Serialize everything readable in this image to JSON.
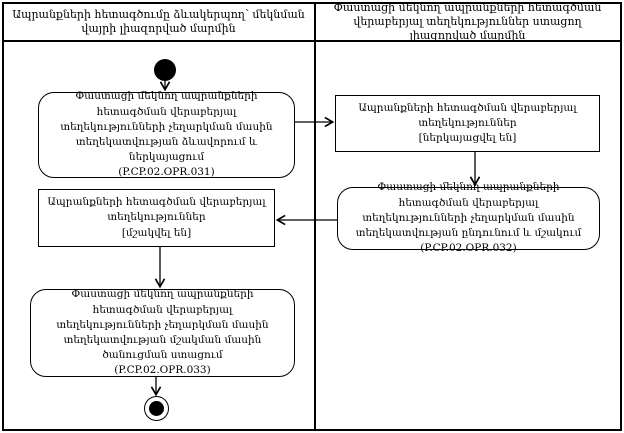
{
  "diagram": {
    "type": "activity-swimlane",
    "colors": {
      "line": "#000000",
      "background": "#ffffff",
      "text": "#000000"
    },
    "lanes": [
      {
        "title": "Ապրանքների հետագծումը ձևակերպող՝ մեկնման վայրի լիազորված մարմին"
      },
      {
        "title": "Փաստացի մեկնող ապրանքների հետագծման վերաբերյալ տեղեկություններ ստացող լիազորված մարմին"
      }
    ],
    "nodes": {
      "opr031": {
        "label": "Փաստացի մեկնող ապրանքների հետագծման վերաբերյալ տեղեկությունների չեղարկման մասին տեղեկատվության ձևավորում և ներկայացում",
        "code": "(P.CP.02.OPR.031)"
      },
      "info_submitted": {
        "label": "Ապրանքների հետագծման վերաբերյալ տեղեկություններ",
        "state": "[ներկայացվել են]"
      },
      "opr032": {
        "label": "Փաստացի մեկնող ապրանքների հետագծման վերաբերյալ տեղեկությունների չեղարկման մասին տեղեկատվության ընդունում և մշակում",
        "code": "(P.CP.02.OPR.032)"
      },
      "info_processed": {
        "label": "Ապրանքների հետագծման վերաբերյալ տեղեկություններ",
        "state": "[մշակվել են]"
      },
      "opr033": {
        "label": "Փաստացի մեկնող ապրանքների հետագծման վերաբերյալ տեղեկությունների չեղարկման մասին տեղեկատվության մշակման մասին ծանուցման ստացում",
        "code": "(P.CP.02.OPR.033)"
      }
    }
  }
}
